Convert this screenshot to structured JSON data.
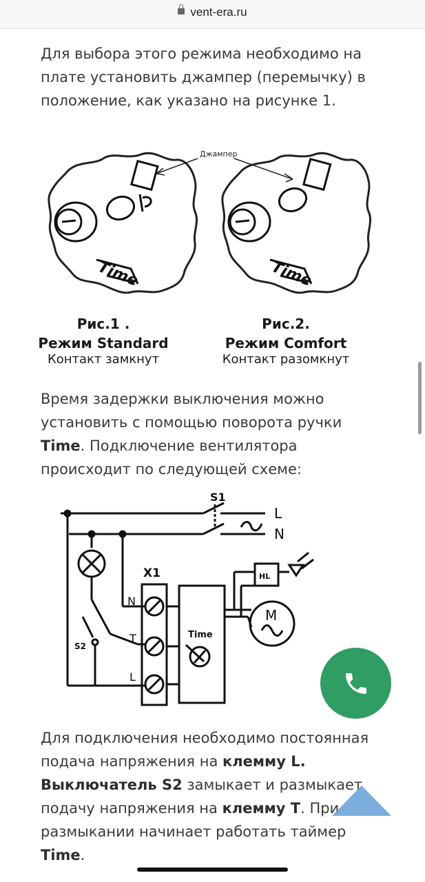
{
  "browser": {
    "url": "vent-era.ru"
  },
  "article": {
    "p1": "Для выбора этого режима необходимо на плате установить джампер (перемычку) в положение, как указано на рисунке 1.",
    "figure1": {
      "jumper_label": "Джампер",
      "time_label": "Time",
      "left": {
        "caption_1": "Рис.1 .",
        "caption_2": "Режим Standard",
        "caption_3": "Контакт замкнут"
      },
      "right": {
        "caption_1": "Рис.2.",
        "caption_2": "Режим Comfort",
        "caption_3": "Контакт разомкнут"
      }
    },
    "p2_a": "Время задержки выключения можно установить с помощью поворота ручки ",
    "p2_b": "Time",
    "p2_c": ". Подключение вентилятора происходит по следующей схеме:",
    "schema": {
      "s1": "S1",
      "l": "L",
      "n": "N",
      "x1": "X1",
      "hl": "HL",
      "m": "M",
      "time": "Time",
      "s2": "S2",
      "term_n": "N",
      "term_t": "T",
      "term_l": "L"
    },
    "p3_a": "Для подключения необходимо постоянная подача напряжения на ",
    "p3_b": "клемму L. Выключатель S2",
    "p3_c": " замыкает и размыкает подачу напряжения на ",
    "p3_d": "клемму Т",
    "p3_e": ". При размыкании начинает работать таймер ",
    "p3_f": "Time",
    "p3_g": "."
  },
  "colors": {
    "call_button": "#2f9d64",
    "scroll_top": "#64a0d7"
  },
  "icons": {
    "lock": "lock-icon",
    "phone": "phone-icon",
    "scroll_top": "arrow-up-icon"
  }
}
